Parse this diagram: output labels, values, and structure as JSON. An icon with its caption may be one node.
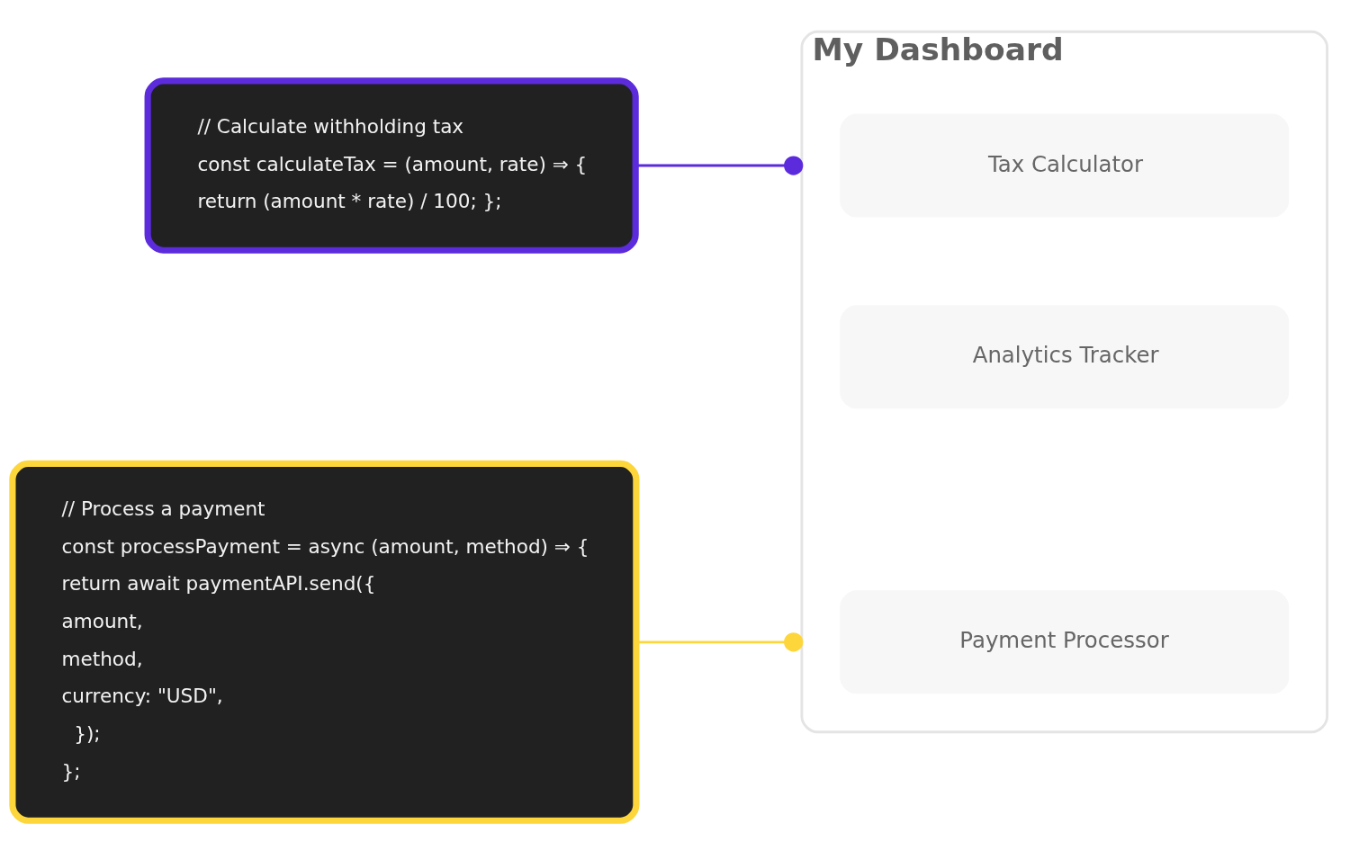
{
  "diagram": {
    "nodes": [
      {
        "text": [
          "// Calculate withholding tax",
          "const calculateTax = (amount, rate) ⇒ {",
          "return (amount * rate) / 100; };"
        ]
      },
      {
        "text": [
          "// Process a payment",
          "const processPayment = async (amount, method) ⇒ {",
          "return await paymentAPI.send({",
          "amount,",
          "method,",
          "currency: \"USD\",",
          "  });",
          "};"
        ]
      },
      {
        "text": [
          "My Dashboard"
        ]
      },
      {
        "text": [
          "Tax Calculator"
        ],
        "in": 2
      },
      {
        "text": [
          "Analytics Tracker"
        ],
        "in": 2
      },
      {
        "text": [
          "Payment Processor"
        ],
        "in": 2
      }
    ],
    "edges": [
      {
        "from": 0,
        "to": 2,
        "arrow": "other",
        "color": "#5b2bdc"
      },
      {
        "from": 1,
        "to": 2,
        "arrow": "other",
        "color": "#fdd63b"
      }
    ]
  }
}
